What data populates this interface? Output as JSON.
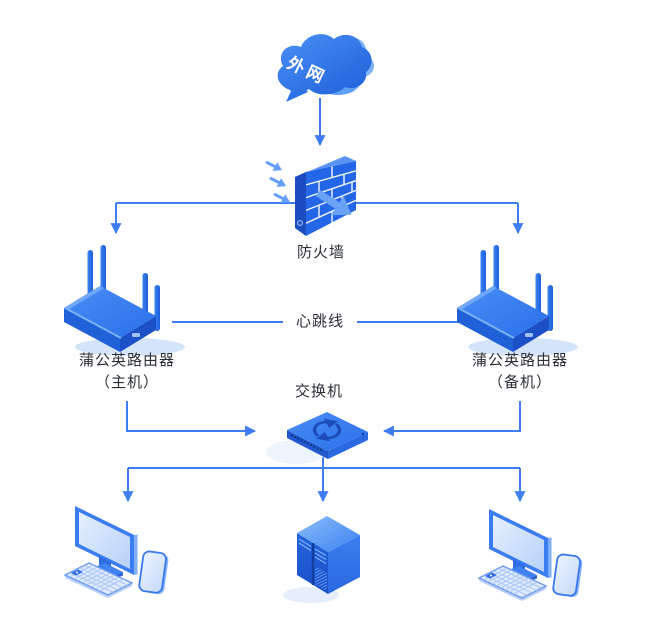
{
  "diagram": {
    "nodes": {
      "external_network": {
        "label": "外网",
        "icon": "cloud-icon"
      },
      "firewall": {
        "label": "防火墙",
        "icon": "brick-wall-icon"
      },
      "router_primary": {
        "label": "蒲公英路由器",
        "sublabel": "（主机）",
        "icon": "wireless-router-icon"
      },
      "router_backup": {
        "label": "蒲公英路由器",
        "sublabel": "（备机）",
        "icon": "wireless-router-icon"
      },
      "switch": {
        "label": "交换机",
        "icon": "network-switch-icon"
      },
      "workstation_left": {
        "icon": "desktop-computer-icon"
      },
      "server": {
        "icon": "server-icon"
      },
      "workstation_right": {
        "icon": "desktop-computer-icon"
      }
    },
    "links": {
      "heartbeat": {
        "label": "心跳线"
      }
    },
    "colors": {
      "connector_line": "#3e7ef2",
      "device_blue": "#2468e8",
      "device_dark_blue": "#1b4dc1",
      "device_light_blue": "#66a0f6",
      "screen_light": "#d9e7fc",
      "cloud_text": "#ffffff",
      "label_text": "#2b2f36"
    }
  }
}
